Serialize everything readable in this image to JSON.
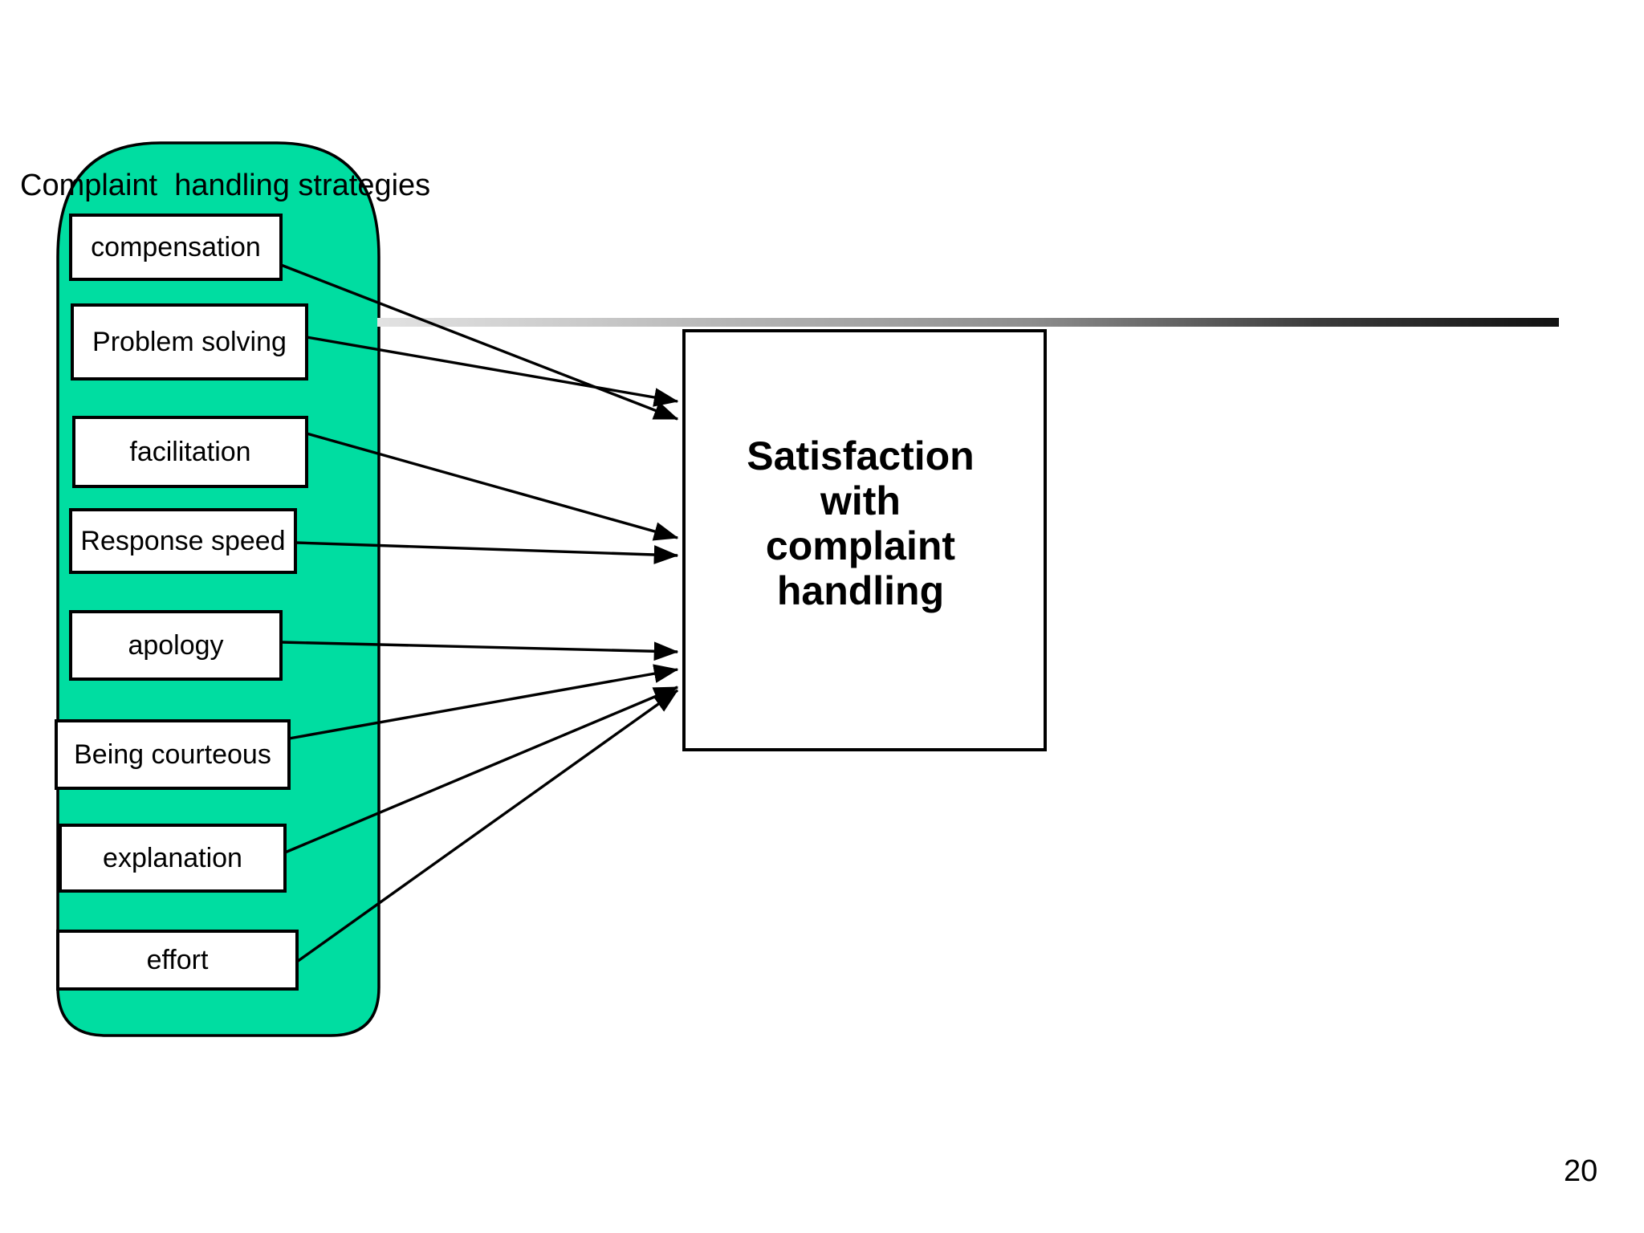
{
  "slide": {
    "page_number": "20",
    "background_color": "#ffffff"
  },
  "group": {
    "title": "Complaint  handling strategies",
    "fill_color": "#00DDA1",
    "stroke_color": "#000000",
    "items": [
      {
        "label": "compensation",
        "box_color": "#ffffff"
      },
      {
        "label": "Problem solving",
        "box_color": "#ffffff"
      },
      {
        "label": "facilitation",
        "box_color": "#ffffff"
      },
      {
        "label": "Response speed",
        "box_color": "#ffffff"
      },
      {
        "label": "apology",
        "box_color": "#ffffff"
      },
      {
        "label": "Being courteous",
        "box_color": "#ffffff"
      },
      {
        "label": "explanation",
        "box_color": "#ffffff"
      },
      {
        "label": "effort",
        "box_color": "#ffffff"
      }
    ]
  },
  "outcome": {
    "label": "Satisfaction\nwith\ncomplaint\nhandling",
    "box_color": "#ffffff",
    "stroke_color": "#000000"
  },
  "connectors": {
    "count": 8,
    "arrow_color": "#000000",
    "description": "one arrow from each complaint handling strategy to the satisfaction box"
  },
  "decor": {
    "rule_color_start": "#d9d9d9",
    "rule_color_end": "#1a1a1a"
  },
  "chart_data": {
    "type": "diagram",
    "title": "Complaint  handling strategies",
    "nodes": [
      {
        "id": "compensation",
        "label": "compensation",
        "group": "Complaint  handling strategies"
      },
      {
        "id": "problem-solving",
        "label": "Problem solving",
        "group": "Complaint  handling strategies"
      },
      {
        "id": "facilitation",
        "label": "facilitation",
        "group": "Complaint  handling strategies"
      },
      {
        "id": "response-speed",
        "label": "Response speed",
        "group": "Complaint  handling strategies"
      },
      {
        "id": "apology",
        "label": "apology",
        "group": "Complaint  handling strategies"
      },
      {
        "id": "being-courteous",
        "label": "Being courteous",
        "group": "Complaint  handling strategies"
      },
      {
        "id": "explanation",
        "label": "explanation",
        "group": "Complaint  handling strategies"
      },
      {
        "id": "effort",
        "label": "effort",
        "group": "Complaint  handling strategies"
      },
      {
        "id": "satisfaction",
        "label": "Satisfaction with complaint handling",
        "group": "outcome"
      }
    ],
    "edges": [
      {
        "from": "compensation",
        "to": "satisfaction"
      },
      {
        "from": "problem-solving",
        "to": "satisfaction"
      },
      {
        "from": "facilitation",
        "to": "satisfaction"
      },
      {
        "from": "response-speed",
        "to": "satisfaction"
      },
      {
        "from": "apology",
        "to": "satisfaction"
      },
      {
        "from": "being-courteous",
        "to": "satisfaction"
      },
      {
        "from": "explanation",
        "to": "satisfaction"
      },
      {
        "from": "effort",
        "to": "satisfaction"
      }
    ]
  }
}
